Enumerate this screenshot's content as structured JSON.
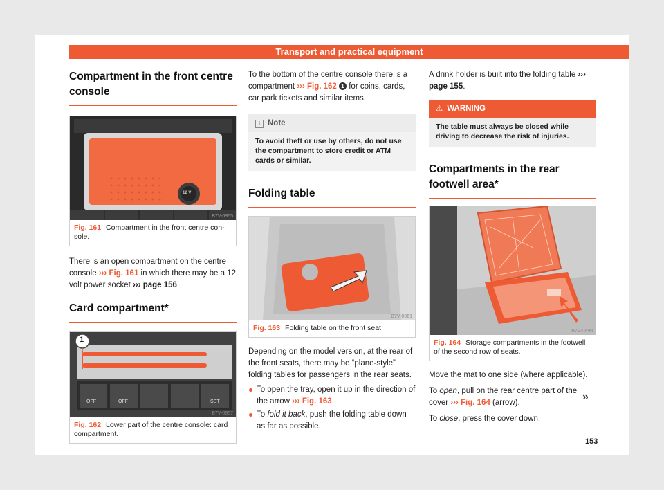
{
  "header": {
    "title": "Transport and practical equipment"
  },
  "col1": {
    "heading": "Compartment in the front centre console",
    "fig161": {
      "number": "Fig. 161",
      "caption": "Compartment in the front centre con- sole.",
      "code": "B7V-0955",
      "socket_label": "12 V"
    },
    "para1_a": "There is an open compartment on the centre console ",
    "para1_ref": "››› Fig. 161",
    "para1_b": " in which there may be a 12 volt power socket ",
    "para1_page": "››› page 156",
    "para1_c": ".",
    "heading2": "Card compartment*",
    "fig162": {
      "number": "Fig. 162",
      "caption": "Lower part of the centre console: card compartment.",
      "code": "B7V-0957",
      "callout": "1",
      "btn1": "OFF",
      "btn2": "OFF",
      "btn5": "SET"
    }
  },
  "col2": {
    "para1_a": "To the bottom of the centre console there is a compartment ",
    "para1_ref": "››› Fig. 162",
    "para1_num": "1",
    "para1_b": " for coins, cards, car park tickets and similar items.",
    "note": {
      "title": "Note",
      "body": "To avoid theft or use by others, do not use the compartment to store credit or ATM cards or similar."
    },
    "heading": "Folding table",
    "fig163": {
      "number": "Fig. 163",
      "caption": "Folding table on the front seat",
      "code": "B7V-0961"
    },
    "para2": "Depending on the model version, at the rear of the front seats, there may be “plane-style” folding tables for passengers in the rear seats.",
    "bullet1_a": "To open the tray, open it up in the direction of the arrow ",
    "bullet1_ref": "››› Fig. 163",
    "bullet1_b": ".",
    "bullet2_a": "To ",
    "bullet2_em": "fold it back",
    "bullet2_b": ", push the folding table down as far as possible."
  },
  "col3": {
    "para1_a": "A drink holder is built into the folding table ",
    "para1_page": "››› page 155",
    "para1_b": ".",
    "warning": {
      "title": "WARNING",
      "body": "The table must always be closed while driving to decrease the risk of injuries."
    },
    "heading": "Compartments in the rear footwell area*",
    "fig164": {
      "number": "Fig. 164",
      "caption": "Storage compartments in the footwell of the second row of seats.",
      "code": "B7V-0899"
    },
    "para2": "Move the mat to one side (where applicable).",
    "para3_a": "To ",
    "para3_em": "open",
    "para3_b": ", pull on the rear centre part of the cover ",
    "para3_ref": "››› Fig. 164",
    "para3_c": " (arrow).",
    "para4_a": "To ",
    "para4_em": "close",
    "para4_b": ", press the cover down."
  },
  "footer": {
    "continue": "»",
    "page_number": "153"
  },
  "colors": {
    "accent": "#ee5a34",
    "note_bg": "#ececec"
  }
}
